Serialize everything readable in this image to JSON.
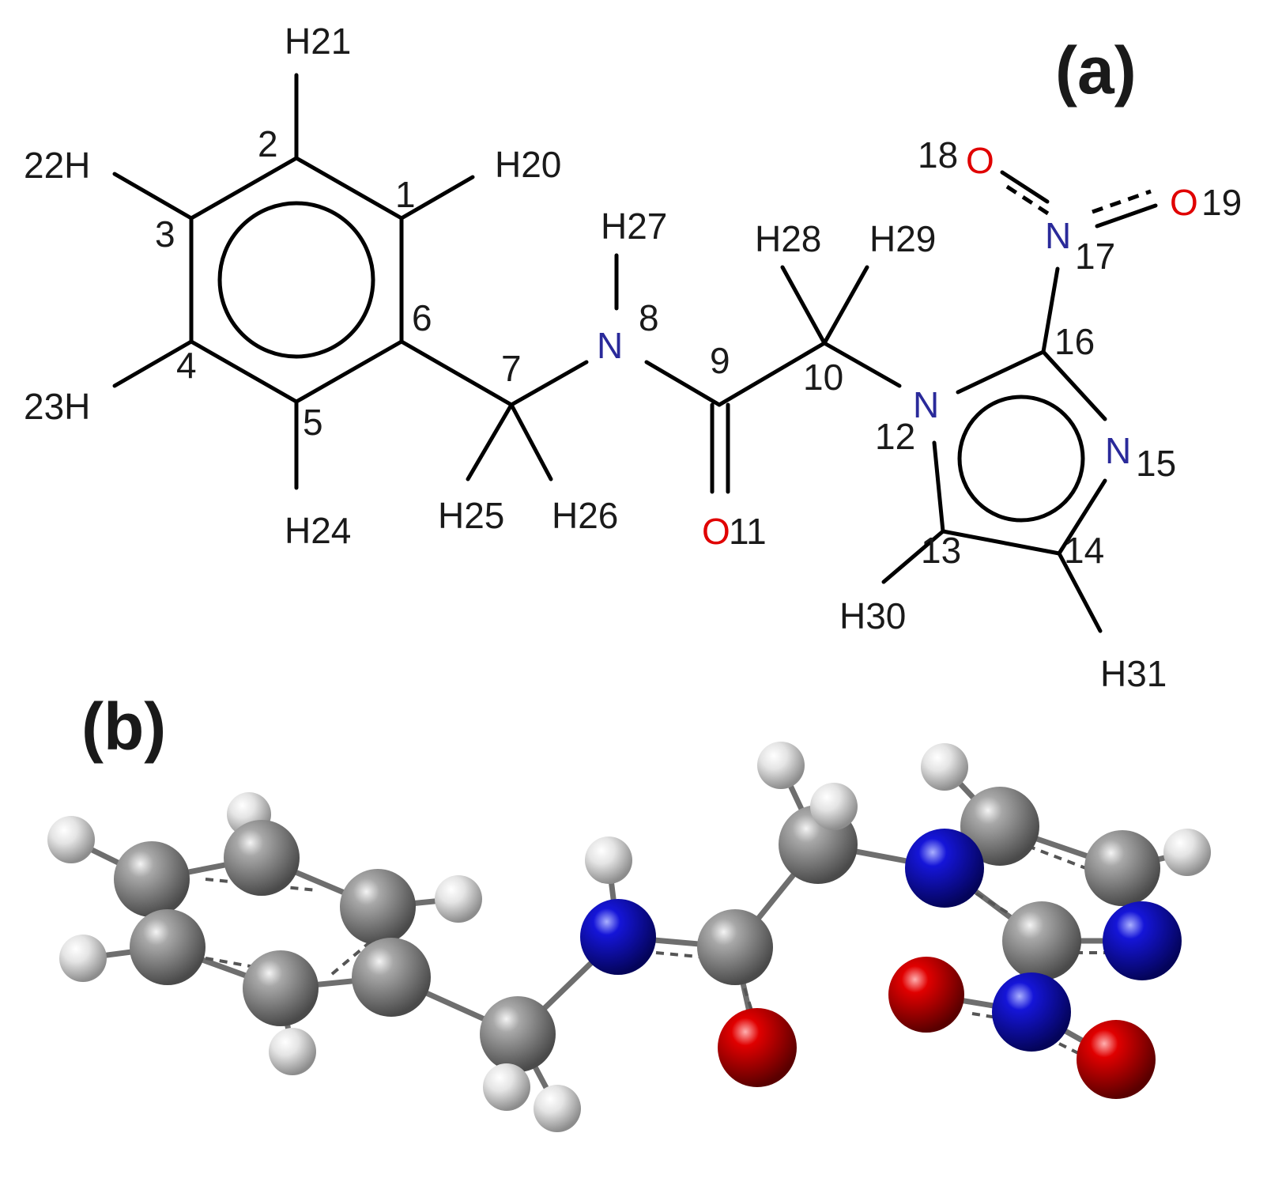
{
  "panel_a": {
    "label": "(a)",
    "atom_labels": {
      "c1": "1",
      "c2": "2",
      "c3": "3",
      "c4": "4",
      "c5": "5",
      "c6": "6",
      "c7": "7",
      "n8_symbol": "N",
      "n8_num": "8",
      "c9": "9",
      "c10": "10",
      "o11_symbol": "O",
      "o11_num": "11",
      "n12_symbol": "N",
      "n12_num": "12",
      "c13": "13",
      "c14": "14",
      "n15_symbol": "N",
      "n15_num": "15",
      "c16": "16",
      "n17_symbol": "N",
      "n17_num": "17",
      "o18_symbol": "O",
      "o18_num": "18",
      "o19_symbol": "O",
      "o19_num": "19",
      "h20": "H20",
      "h21": "H21",
      "h22": "22H",
      "h23": "23H",
      "h24": "H24",
      "h25": "H25",
      "h26": "H26",
      "h27": "H27",
      "h28": "H28",
      "h29": "H29",
      "h30": "H30",
      "h31": "H31"
    },
    "colors": {
      "carbon_bond": "#000000",
      "nitrogen": "#2a2a9a",
      "oxygen": "#e00000"
    }
  },
  "panel_b": {
    "label": "(b)",
    "colors": {
      "carbon": "#8a8a8a",
      "hydrogen": "#e6e6e6",
      "nitrogen": "#1010c8",
      "oxygen": "#d40000"
    }
  }
}
